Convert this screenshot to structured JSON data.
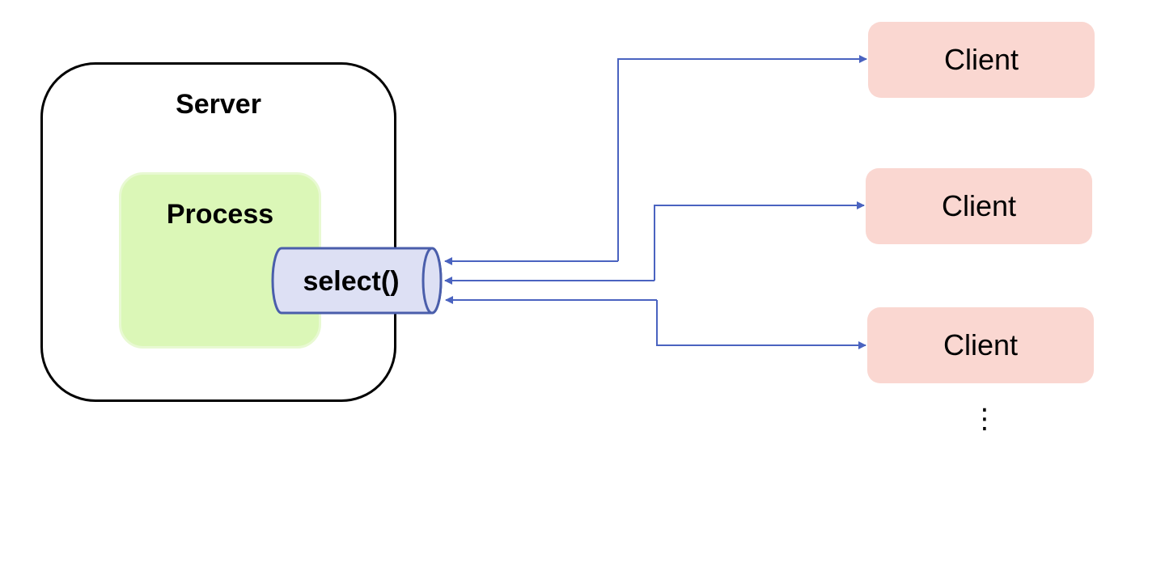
{
  "server": {
    "title": "Server"
  },
  "process": {
    "title": "Process"
  },
  "select": {
    "label": "select()"
  },
  "clients": [
    {
      "label": "Client"
    },
    {
      "label": "Client"
    },
    {
      "label": "Client"
    }
  ],
  "more_indicator": "⋮",
  "colors": {
    "server_border": "#000000",
    "process_fill": "#dbf7b7",
    "select_fill": "#dde0f4",
    "select_stroke": "#4a5eab",
    "client_fill": "#fad7d1",
    "connector": "#4a63c0"
  }
}
